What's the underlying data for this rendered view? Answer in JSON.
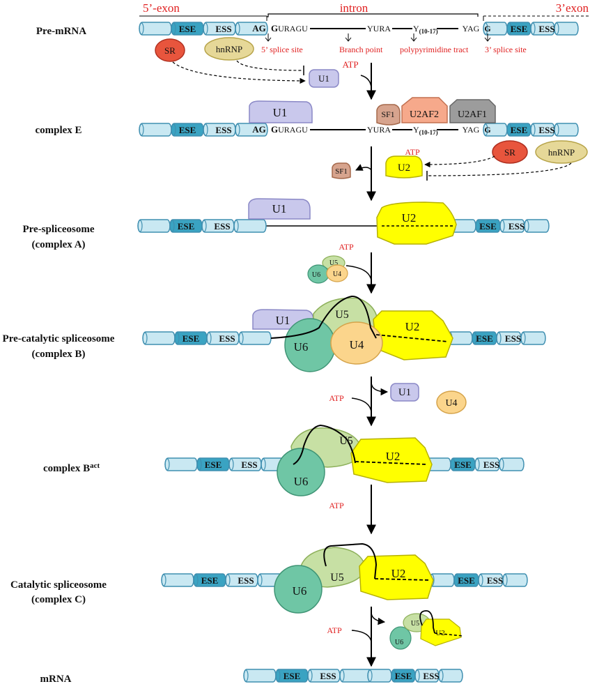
{
  "header": {
    "exon5": "5’-exon",
    "intron": "intron",
    "exon3": "3’exon"
  },
  "stage_labels": {
    "pre_mrna": "Pre-mRNA",
    "complex_e": "complex E",
    "pre_spliceosome_1": "Pre-spliceosome",
    "pre_spliceosome_2": "(complex A)",
    "pre_catalytic_1": "Pre-catalytic spliceosome",
    "pre_catalytic_2": "(complex B)",
    "complex_bact_main": "complex B",
    "complex_bact_sup": "act",
    "catalytic_1": "Catalytic spliceosome",
    "catalytic_2": "(complex C)",
    "mrna": "mRNA"
  },
  "elements": {
    "ese": "ESE",
    "ess": "ESS"
  },
  "sequence": {
    "ag": "AG",
    "g": "G",
    "guragu": "URAGU",
    "yura": "YURA",
    "y": "Y",
    "y_sub": "(10-17)",
    "yag": "YAG"
  },
  "site_labels": {
    "splice5": "5’ splice site",
    "branch": "Branch point",
    "polypyr": "polypyrimidine tract",
    "splice3": "3’ splice site"
  },
  "proteins": {
    "sr": "SR",
    "hnrnp": "hnRNP",
    "u1": "U1",
    "u2": "U2",
    "u4": "U4",
    "u5": "U5",
    "u6": "U6",
    "sf1": "SF1",
    "u2af2": "U2AF2",
    "u2af1": "U2AF1"
  },
  "atp": "ATP",
  "colors": {
    "exon_fill": "#c9e8f2",
    "exon_stroke": "#3f8fb0",
    "ese_fill": "#3aa3c2",
    "sr": "#e8553d",
    "hnrnp": "#e6d898",
    "u1": "#c9c8ec",
    "u2": "#ffff00",
    "u4": "#fbd58c",
    "u5": "#c7e0a4",
    "u6": "#6fc6a5",
    "sf1": "#d7a48e",
    "u2af2": "#f6a98b",
    "u2af1": "#9c9c9c",
    "label_red": "#e02020"
  }
}
